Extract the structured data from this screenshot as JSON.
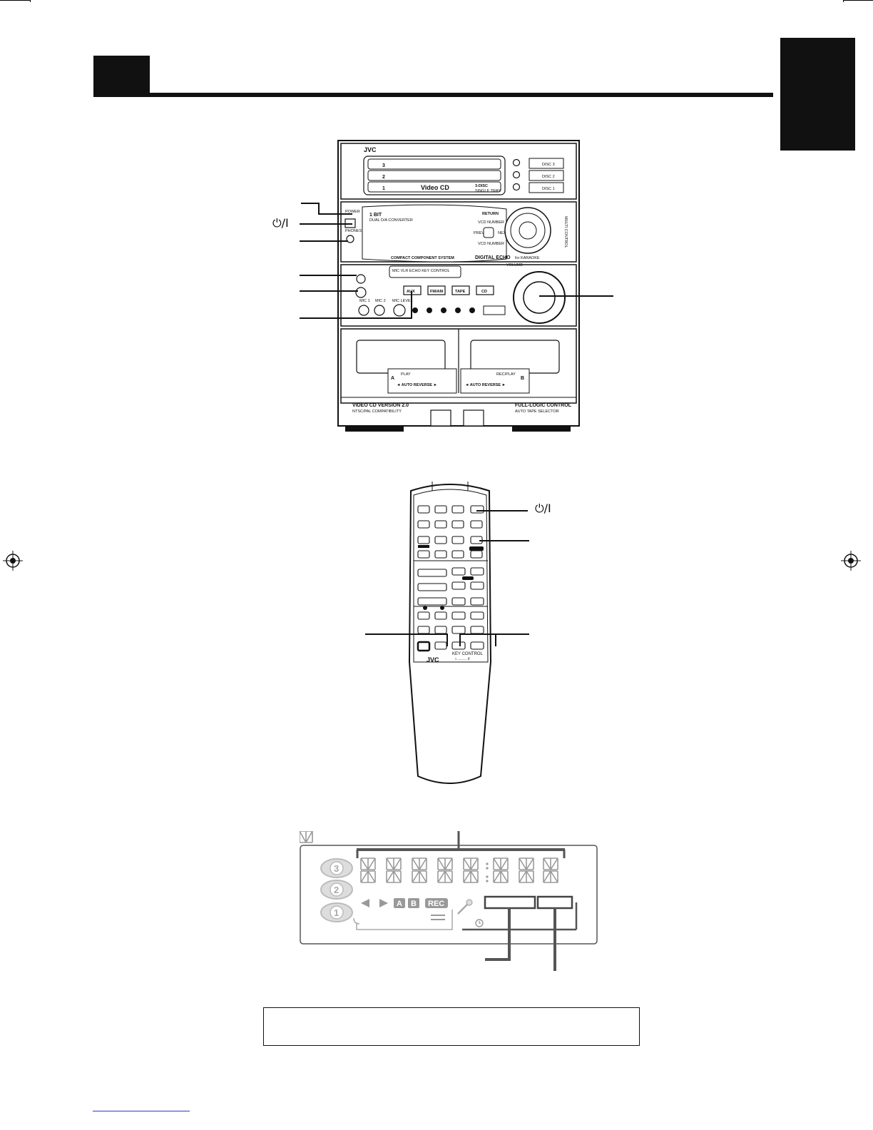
{
  "stereo": {
    "brand": "JVC",
    "disc_labels": [
      "DISC 3",
      "DISC 2",
      "DISC 1"
    ],
    "disc_tray_numbers": [
      "3",
      "2",
      "1"
    ],
    "video_cd": "Video CD",
    "disc_system": "3-DISC",
    "disc_tray_type": "SINGLE TRAY",
    "power_label": "POWER",
    "phones_label": "PHONES",
    "bit_title": "1 BIT",
    "bit_sub": "DUAL D/A CONVERTER",
    "return_label": "RETURN",
    "vcd_number_plus": "VCD NUMBER",
    "vcd_number_minus": "VCD NUMBER",
    "prev_label": "PREV",
    "next_label": "NEXT",
    "multi_control": "MULTI CONTROL",
    "compact_system": "COMPACT COMPONENT SYSTEM",
    "digital_echo": "DIGITAL ECHO",
    "for_karaoke": "for KARAOKE",
    "karaoke_strip": "MIC VLR  ECHO  KEY CONTROL",
    "volume_label": "VOLUME",
    "source_buttons": [
      "AUX",
      "FM/AM",
      "TAPE",
      "CD"
    ],
    "mic_labels": [
      "MIC 1",
      "MIC 2",
      "MIC LEVEL"
    ],
    "video_cd_version": "VIDEO CD VERSION 2.0",
    "ntsc_pal": "NTSC/PAL COMPATIBILITY",
    "full_logic": "FULL-LOGIC  CONTROL",
    "auto_tape": "AUTO TAPE SELECTOR",
    "deck_a_letter": "A",
    "deck_b_letter": "B",
    "deck_a_play": "PLAY",
    "deck_b_rec": "REC/PLAY",
    "auto_reverse_a": "◄ AUTO REVERSE ►",
    "auto_reverse_b": "◄ AUTO REVERSE ►"
  },
  "standby_symbol": "⏻/I",
  "remote": {
    "brand": "JVC",
    "key_control": "KEY CONTROL",
    "key_scale": "♭ ........ ♯",
    "standby_symbol": "⏻/I"
  },
  "display": {
    "disc_numbers": [
      "3",
      "2",
      "1"
    ],
    "deck_a": "A",
    "deck_b": "B",
    "rec": "REC"
  }
}
